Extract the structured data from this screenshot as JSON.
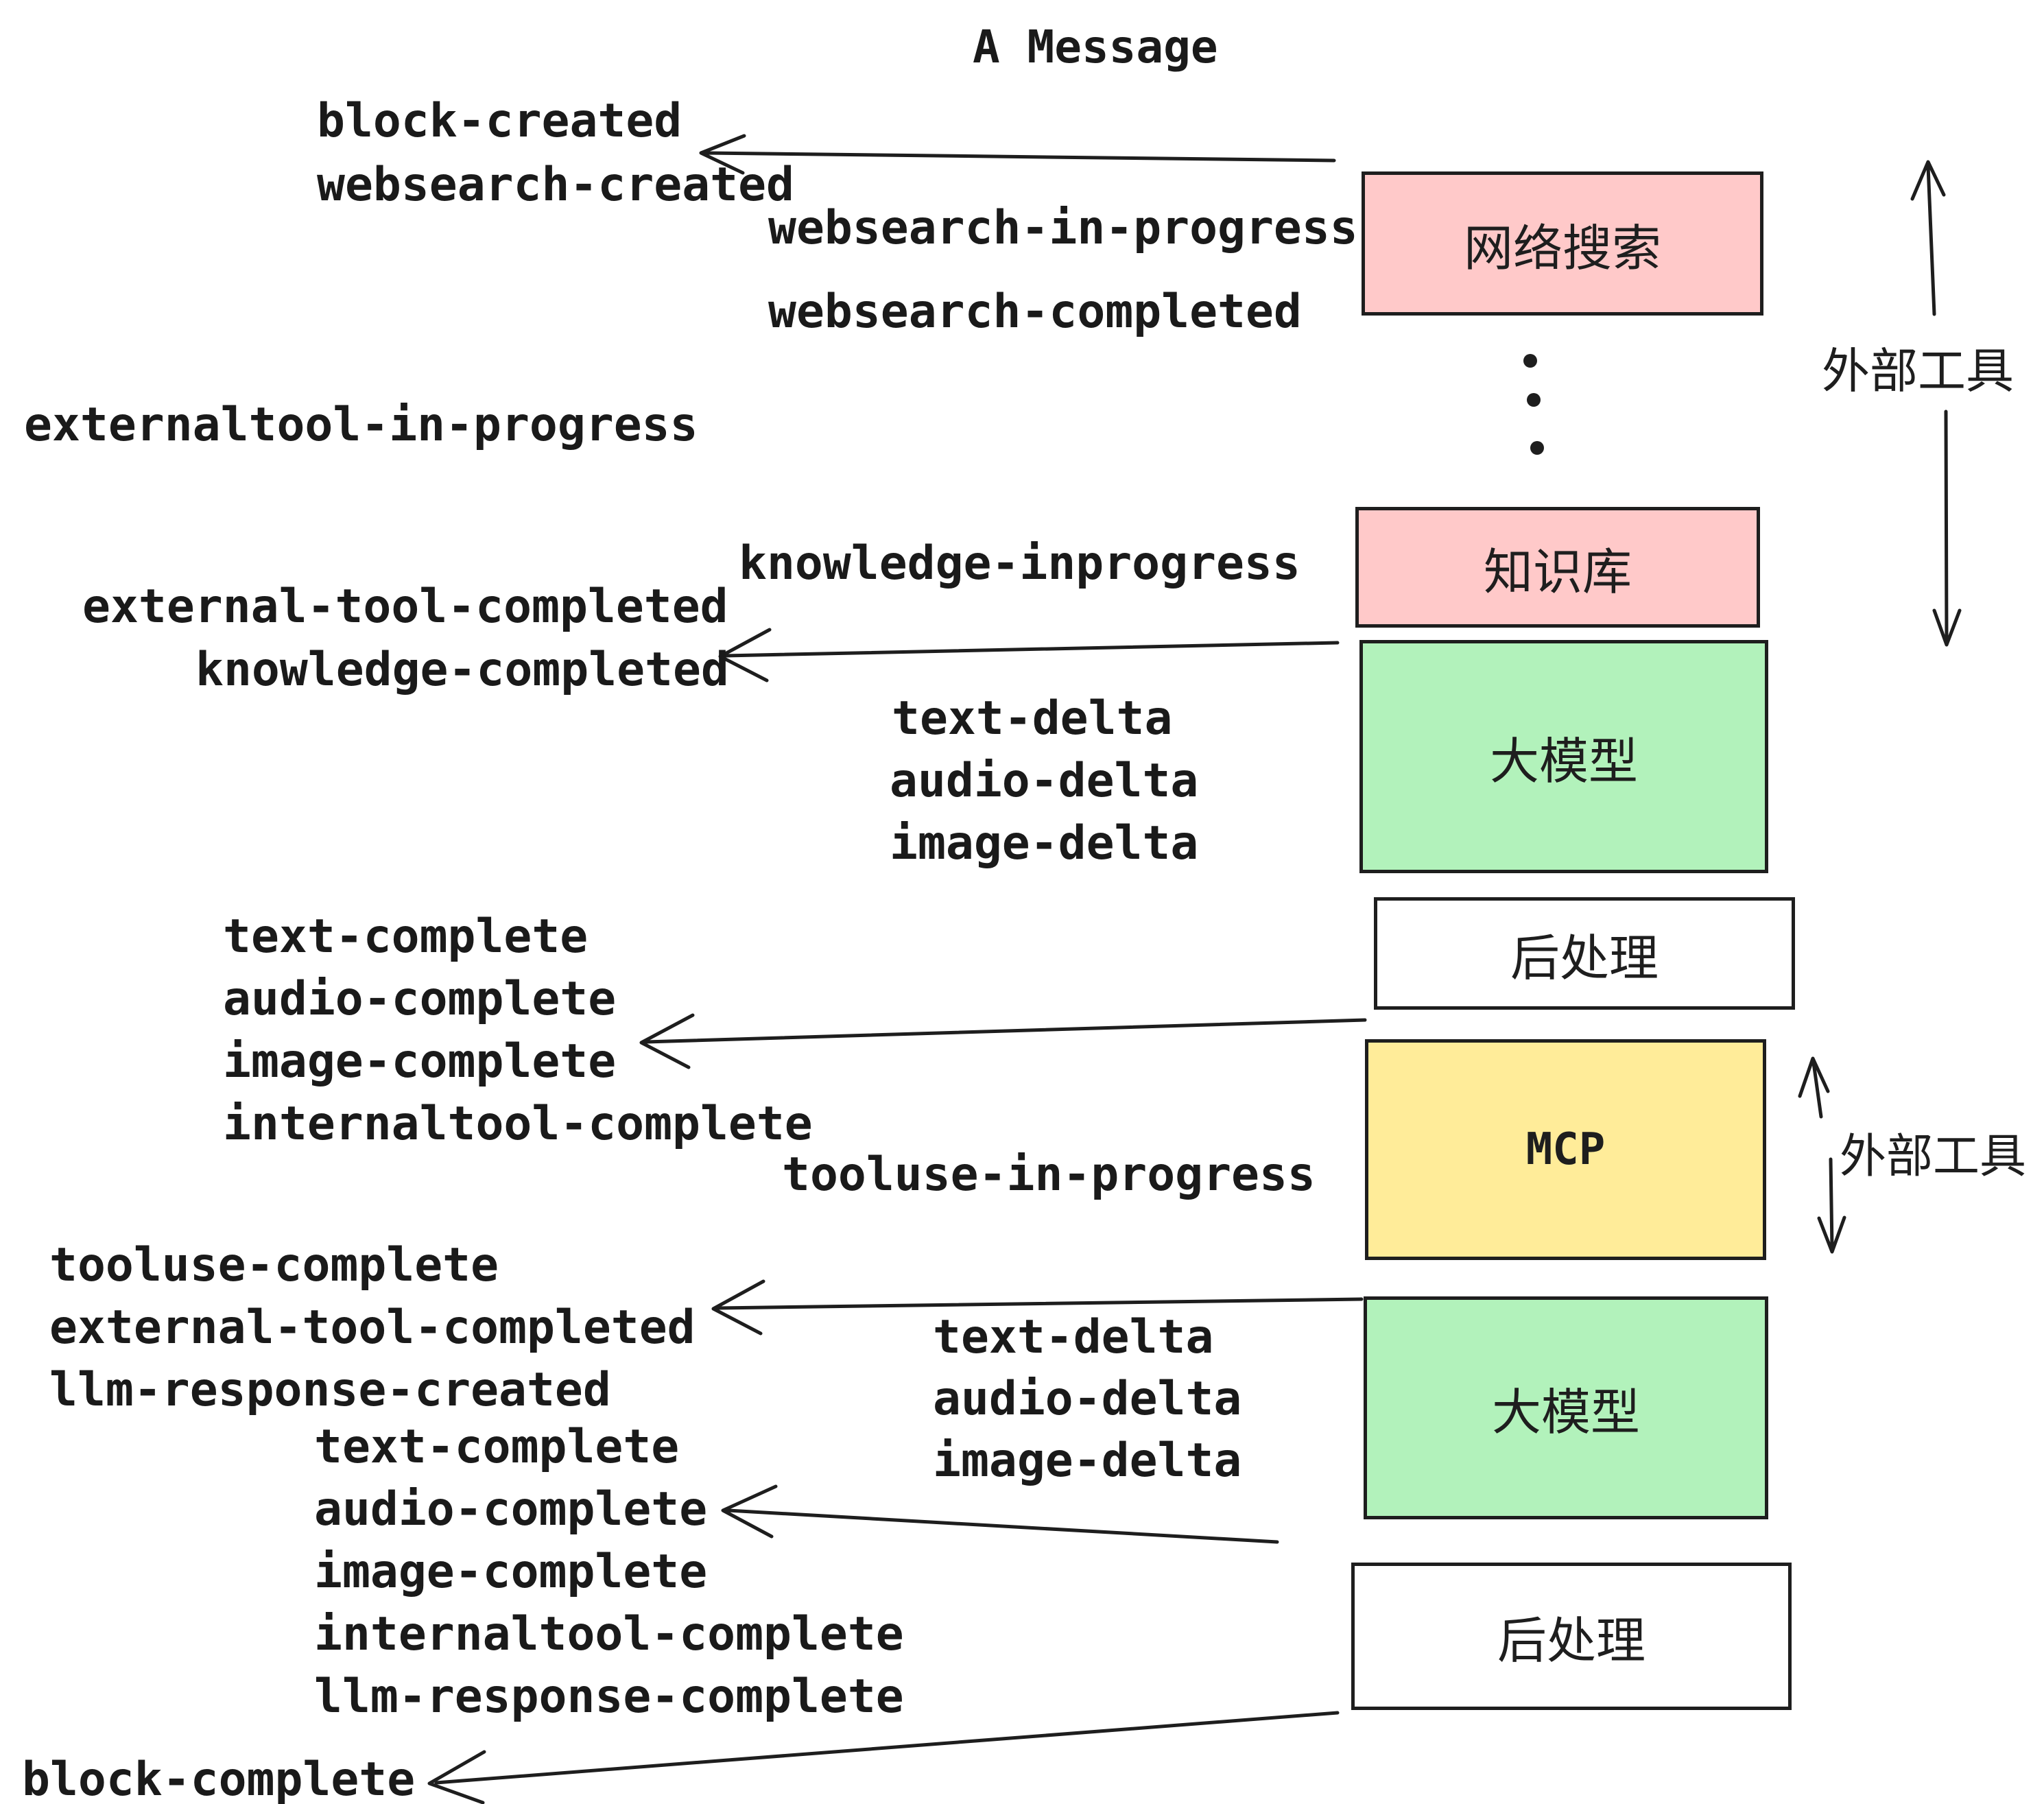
{
  "title": "A Message",
  "boxes": {
    "websearch": "网络搜索",
    "knowledge": "知识库",
    "llm": "大模型",
    "post": "后处理",
    "mcp": "MCP"
  },
  "side_labels": {
    "external_tools": "外部工具"
  },
  "events": {
    "block_created": "block-created",
    "websearch_created": "websearch-created",
    "websearch_in_progress": "websearch-in-progress",
    "websearch_completed": "websearch-completed",
    "externaltool_in_progress": "externaltool-in-progress",
    "knowledge_inprogress": "knowledge-inprogress",
    "external_tool_completed": "external-tool-completed",
    "knowledge_completed": "knowledge-completed",
    "text_delta": "text-delta",
    "audio_delta": "audio-delta",
    "image_delta": "image-delta",
    "text_complete": "text-complete",
    "audio_complete": "audio-complete",
    "image_complete": "image-complete",
    "internaltool_complete": "internaltool-complete",
    "tooluse_in_progress": "tooluse-in-progress",
    "tooluse_complete": "tooluse-complete",
    "llm_response_created": "llm-response-created",
    "llm_response_complete": "llm-response-complete",
    "block_complete": "block-complete"
  },
  "colors": {
    "pink": "#ffc9c9",
    "green": "#b2f2bb",
    "yellow": "#ffec99",
    "white": "#ffffff",
    "ink": "#1e1e1e"
  }
}
